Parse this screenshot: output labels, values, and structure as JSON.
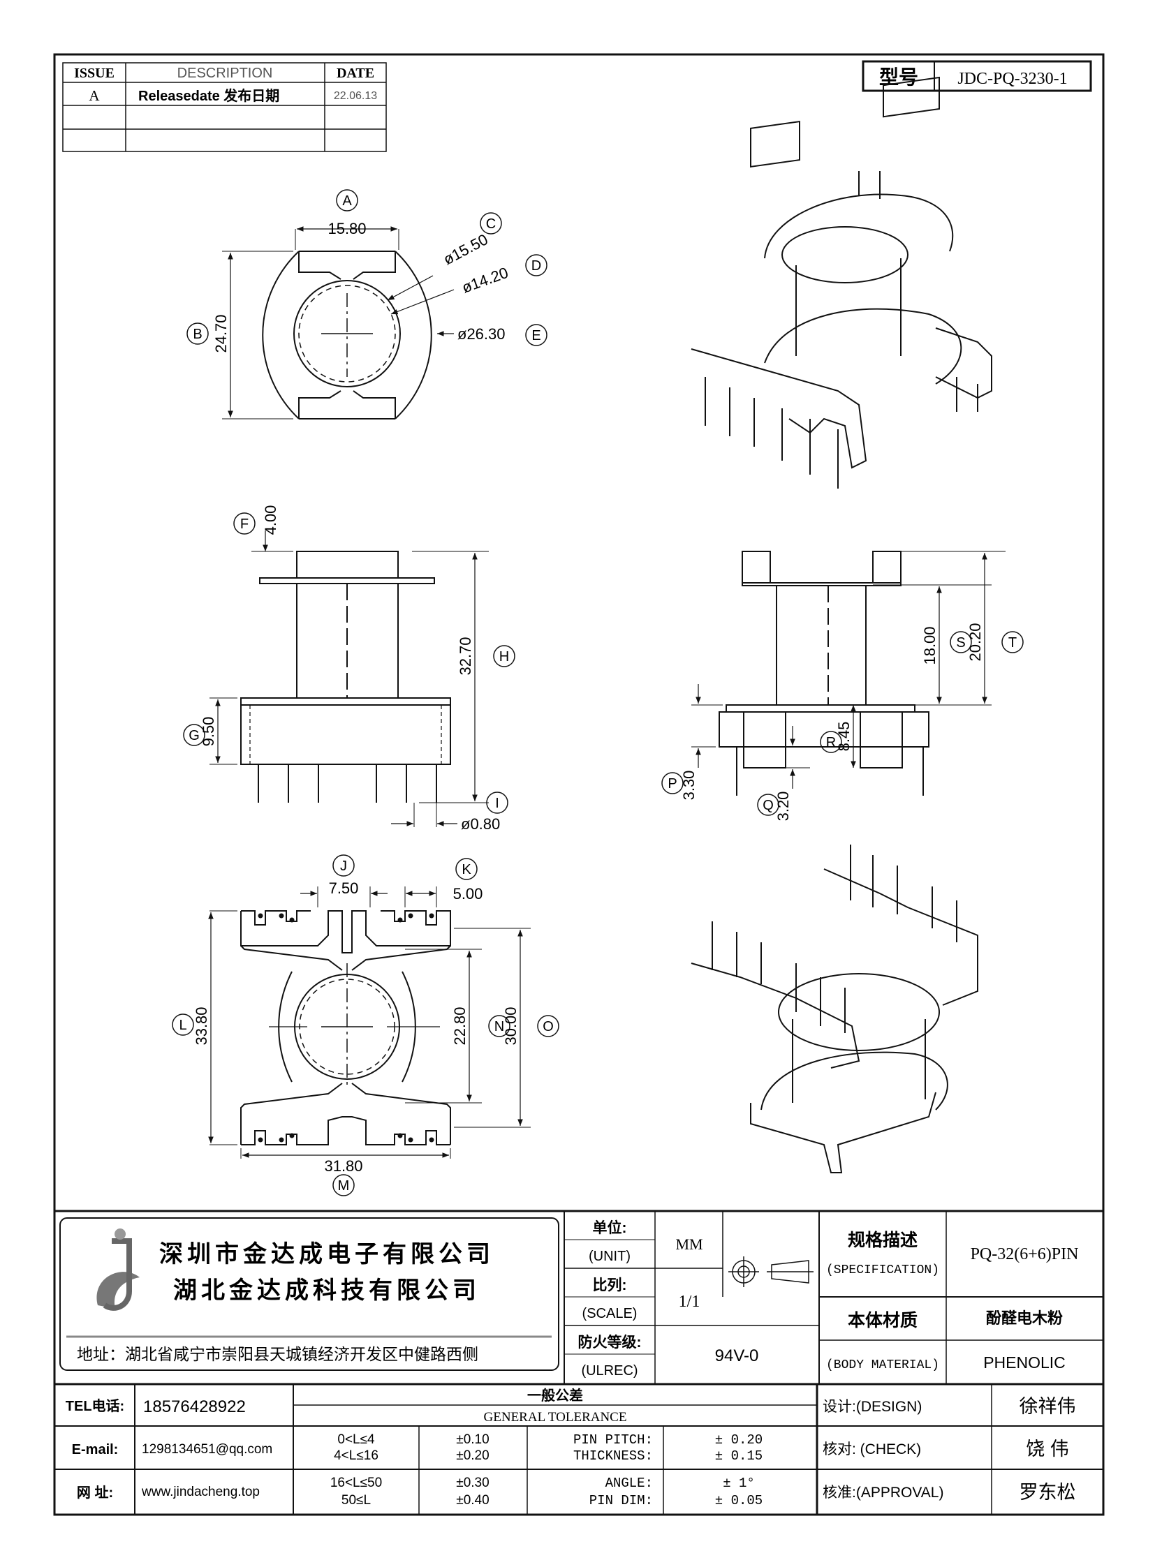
{
  "revision_table": {
    "headers": {
      "issue": "ISSUE",
      "description": "DESCRIPTION",
      "date": "DATE"
    },
    "rows": [
      {
        "issue": "A",
        "description": "Releasedate 发布日期",
        "date": "22.06.13"
      }
    ]
  },
  "model_box": {
    "label": "型号",
    "value": "JDC-PQ-3230-1"
  },
  "top_view": {
    "A": {
      "tag": "A",
      "value": "15.80"
    },
    "B": {
      "tag": "B",
      "value": "24.70"
    },
    "C": {
      "tag": "C",
      "value": "ø15.50"
    },
    "D": {
      "tag": "D",
      "value": "ø14.20"
    },
    "E": {
      "tag": "E",
      "value": "ø26.30"
    }
  },
  "front_view": {
    "F": {
      "tag": "F",
      "value": "4.00"
    },
    "G": {
      "tag": "G",
      "value": "9.50"
    },
    "H": {
      "tag": "H",
      "value": "32.70"
    },
    "I": {
      "tag": "I",
      "value": "ø0.80"
    }
  },
  "side_view": {
    "P": {
      "tag": "P",
      "value": "3.30"
    },
    "Q": {
      "tag": "Q",
      "value": "3.20"
    },
    "R": {
      "tag": "R",
      "value": "8.45"
    },
    "S": {
      "tag": "S",
      "value": "18.00"
    },
    "T": {
      "tag": "T",
      "value": "20.20"
    }
  },
  "bottom_view": {
    "J": {
      "tag": "J",
      "value": "7.50"
    },
    "K": {
      "tag": "K",
      "value": "5.00"
    },
    "L": {
      "tag": "L",
      "value": "33.80"
    },
    "M": {
      "tag": "M",
      "value": "31.80"
    },
    "N": {
      "tag": "N",
      "value": "22.80"
    },
    "O": {
      "tag": "O",
      "value": "30.00"
    }
  },
  "title_block": {
    "company_cn_1": "深圳市金达成电子有限公司",
    "company_cn_2": "湖北金达成科技有限公司",
    "address": "地址：湖北省咸宁市崇阳县天城镇经济开发区中健路西侧",
    "unit_label_cn": "单位:",
    "unit_label_en": "(UNIT)",
    "unit_value": "MM",
    "scale_label_cn": "比列:",
    "scale_label_en": "(SCALE)",
    "scale_value": "1/1",
    "fire_label_cn": "防火等级:",
    "fire_label_en": "(ULREC)",
    "fire_value": "94V-0",
    "spec_label_cn": "规格描述",
    "spec_label_en": "(SPECIFICATION)",
    "spec_value": "PQ-32(6+6)PIN",
    "material_label_cn": "本体材质",
    "material_label_en": "(BODY MATERIAL)",
    "material_value_cn": "酚醛电木粉",
    "material_value_en": "PHENOLIC"
  },
  "contact": {
    "tel_label": "TEL电话:",
    "tel": "18576428922",
    "email_label": "E-mail:",
    "email": "1298134651@qq.com",
    "web_label": "网  址:",
    "web": "www.jindacheng.top"
  },
  "tolerance": {
    "title_cn": "一般公差",
    "title_en": "GENERAL TOLERANCE",
    "ranges": [
      "0<L≤4",
      "4<L≤16",
      "16<L≤50",
      "50≤L"
    ],
    "range_values": [
      "±0.10",
      "±0.20",
      "±0.30",
      "±0.40"
    ],
    "items": [
      "PIN PITCH:",
      "THICKNESS:",
      "ANGLE:",
      "PIN DIM:"
    ],
    "item_values": [
      "± 0.20",
      "± 0.15",
      "± 1°",
      "± 0.05"
    ]
  },
  "approvals": {
    "design_label": "设计:(DESIGN)",
    "design_name": "徐祥伟",
    "check_label": "核对: (CHECK)",
    "check_name": "饶  伟",
    "approval_label": "核准:(APPROVAL)",
    "approval_name": "罗东松"
  }
}
